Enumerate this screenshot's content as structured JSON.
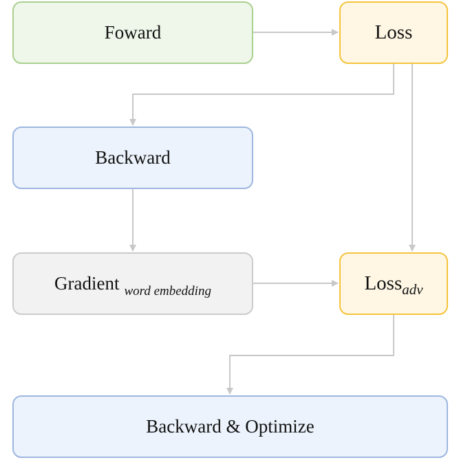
{
  "nodes": {
    "forward": {
      "label": "Foward"
    },
    "loss": {
      "label": "Loss"
    },
    "backward": {
      "label": "Backward"
    },
    "gradient": {
      "label": "Gradient",
      "sub": "word embedding"
    },
    "loss_adv": {
      "label": "Loss",
      "sub": "adv"
    },
    "optimize": {
      "label": "Backward & Optimize"
    }
  },
  "colors": {
    "green_fill": "#eef7e9",
    "green_border": "#a9d08e",
    "yellow_fill": "#fff7e4",
    "yellow_border": "#f5c33b",
    "blue_fill": "#ecf3fc",
    "blue_border": "#9db6df",
    "gray_fill": "#f2f2f2",
    "gray_border": "#cbcbcb",
    "connector": "#c8c8c8"
  }
}
